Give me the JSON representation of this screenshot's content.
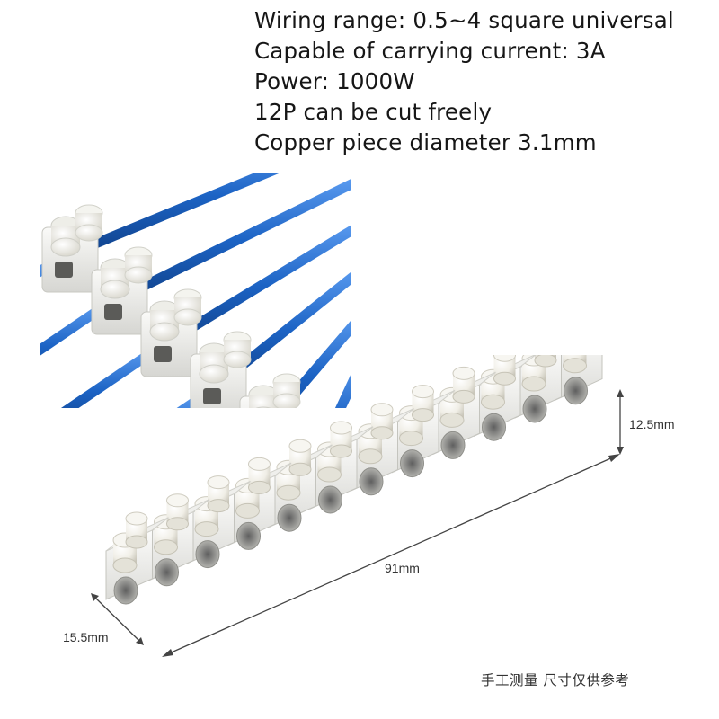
{
  "specs": [
    "Wiring range: 0.5~4 square universal",
    "Capable of carrying current: 3A",
    "Power: 1000W",
    "12P can be cut freely",
    "Copper piece diameter 3.1mm"
  ],
  "dimensions": {
    "height": "12.5mm",
    "length": "91mm",
    "width": "15.5mm"
  },
  "note": "手工测量 尺寸仅供参考",
  "colors": {
    "wire": "#1c63c4",
    "terminal": "#f1f1ef",
    "arrow": "#444444"
  }
}
